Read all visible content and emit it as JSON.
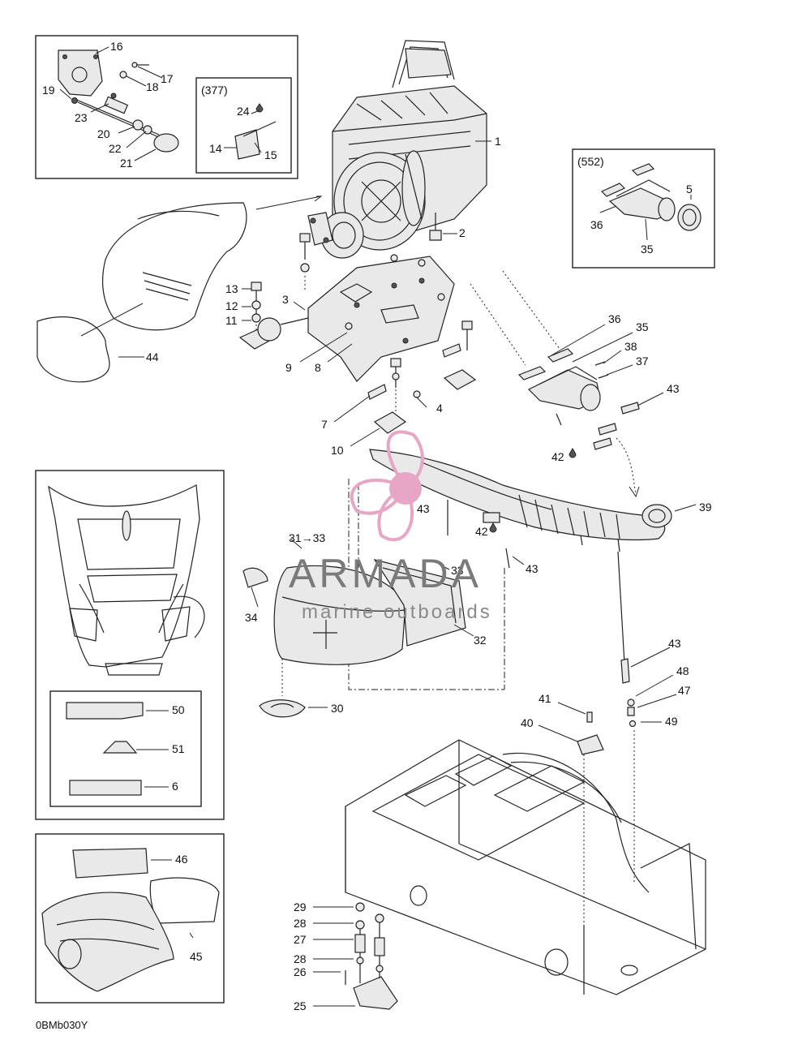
{
  "footer_code": "0BMb030Y",
  "watermark": {
    "brand": "ARMADA",
    "tagline": "marine outboards"
  },
  "boxes": {
    "engine_option": "(377)",
    "intake_option": "(552)"
  },
  "callouts": {
    "c1": "1",
    "c2": "2",
    "c3": "3",
    "c4": "4",
    "c5": "5",
    "c6": "6",
    "c7": "7",
    "c8": "8",
    "c9": "9",
    "c10": "10",
    "c11": "11",
    "c12": "12",
    "c13": "13",
    "c14": "14",
    "c15": "15",
    "c16": "16",
    "c17": "17",
    "c18": "18",
    "c19": "19",
    "c20": "20",
    "c21": "21",
    "c22": "22",
    "c23": "23",
    "c24": "24",
    "c25": "25",
    "c26": "26",
    "c27": "27",
    "c28a": "28",
    "c28b": "28",
    "c29": "29",
    "c30": "30",
    "c31": "31→33",
    "c32": "32",
    "c33": "33",
    "c34": "34",
    "c35a": "35",
    "c35b": "35",
    "c36a": "36",
    "c36b": "36",
    "c37": "37",
    "c38": "38",
    "c39": "39",
    "c40": "40",
    "c41": "41",
    "c42a": "42",
    "c42b": "42",
    "c43a": "43",
    "c43b": "43",
    "c43c": "43",
    "c43d": "43",
    "c44": "44",
    "c45": "45",
    "c46": "46",
    "c47": "47",
    "c48": "48",
    "c49": "49",
    "c50": "50",
    "c51": "51"
  }
}
